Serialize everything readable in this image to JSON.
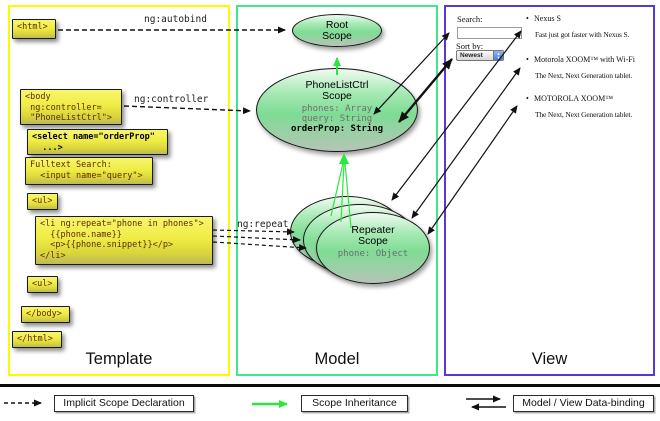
{
  "panels": {
    "template": "Template",
    "model": "Model",
    "view": "View"
  },
  "arrow_labels": {
    "autobind": "ng:autobind",
    "controller": "ng:controller",
    "repeat": "ng:repeat"
  },
  "template_boxes": {
    "html_open": "<html>",
    "body_open": "<body\n ng:controller=\n \"PhoneListCtrl\">",
    "select": "<select name=\"orderProp\"\n  ...>",
    "fulltext": "Fulltext Search:\n  <input name=\"query\">",
    "ul_open": "<ul>",
    "li_repeat": "<li ng:repeat=\"phone in phones\">\n  {{phone.name}}\n  <p>{{phone.snippet}}</p>\n</li>",
    "ul_close": "<ul>",
    "body_close": "</body>",
    "html_close": "</html>"
  },
  "scopes": {
    "root": {
      "title": "Root\nScope"
    },
    "phonelist": {
      "title": "PhoneListCtrl\nScope",
      "prop1": "phones: Array",
      "prop2": "query: String",
      "prop3": "orderProp: String"
    },
    "repeater": {
      "title": "Repeater\nScope",
      "prop": "phone: Object"
    }
  },
  "view": {
    "search_label": "Search:",
    "search_value": "",
    "sort_label": "Sort by:",
    "sort_value": "Newest",
    "bullet_icon": "•",
    "products": [
      {
        "name": "Nexus S",
        "desc": "Fast just got faster with Nexus S."
      },
      {
        "name": "Motorola XOOM™ with Wi-Fi",
        "desc": "The Next, Next Generation tablet."
      },
      {
        "name": "MOTOROLA XOOM™",
        "desc": "The Next, Next Generation tablet."
      }
    ]
  },
  "icons": {
    "dropdown_stepper": "▲\n▼"
  },
  "legend": {
    "implicit": "Implicit Scope Declaration",
    "inheritance": "Scope Inheritance",
    "binding": "Model / View Data-binding"
  },
  "colors": {
    "template_border": "#fbfb00",
    "model_border": "#40e88c",
    "view_border": "#5a38d8",
    "green_arrow": "#2ce83c"
  }
}
